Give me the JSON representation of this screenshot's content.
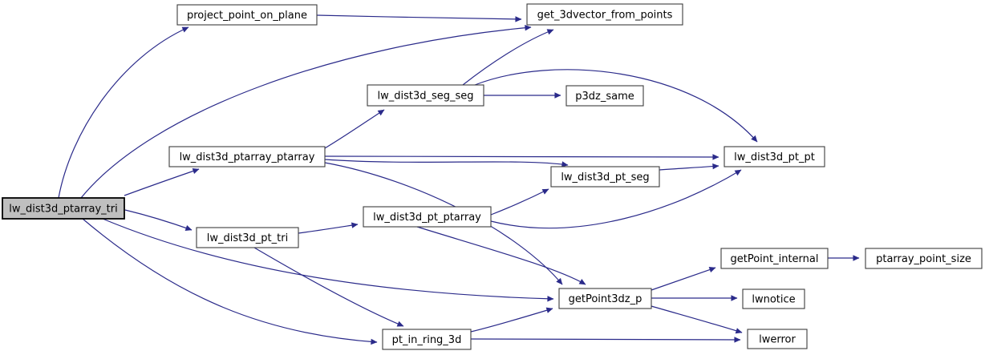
{
  "diagram": {
    "type": "call-graph",
    "root_function": "lw_dist3d_ptarray_tri",
    "colors": {
      "edge": "#2a2a8a",
      "node_fill": "#ffffff",
      "node_border": "#3c3c3c",
      "highlight_fill": "#bfbfbf",
      "highlight_border": "#000000",
      "text": "#000000",
      "background": "#ffffff"
    },
    "nodes": [
      {
        "id": "lw_dist3d_ptarray_tri",
        "label": "lw_dist3d_ptarray_tri",
        "highlighted": true
      },
      {
        "id": "project_point_on_plane",
        "label": "project_point_on_plane",
        "highlighted": false
      },
      {
        "id": "get_3dvector_from_points",
        "label": "get_3dvector_from_points",
        "highlighted": false
      },
      {
        "id": "lw_dist3d_seg_seg",
        "label": "lw_dist3d_seg_seg",
        "highlighted": false
      },
      {
        "id": "p3dz_same",
        "label": "p3dz_same",
        "highlighted": false
      },
      {
        "id": "lw_dist3d_ptarray_ptarray",
        "label": "lw_dist3d_ptarray_ptarray",
        "highlighted": false
      },
      {
        "id": "lw_dist3d_pt_pt",
        "label": "lw_dist3d_pt_pt",
        "highlighted": false
      },
      {
        "id": "lw_dist3d_pt_seg",
        "label": "lw_dist3d_pt_seg",
        "highlighted": false
      },
      {
        "id": "lw_dist3d_pt_ptarray",
        "label": "lw_dist3d_pt_ptarray",
        "highlighted": false
      },
      {
        "id": "lw_dist3d_pt_tri",
        "label": "lw_dist3d_pt_tri",
        "highlighted": false
      },
      {
        "id": "getPoint_internal",
        "label": "getPoint_internal",
        "highlighted": false
      },
      {
        "id": "ptarray_point_size",
        "label": "ptarray_point_size",
        "highlighted": false
      },
      {
        "id": "getPoint3dz_p",
        "label": "getPoint3dz_p",
        "highlighted": false
      },
      {
        "id": "lwnotice",
        "label": "lwnotice",
        "highlighted": false
      },
      {
        "id": "lwerror",
        "label": "lwerror",
        "highlighted": false
      },
      {
        "id": "pt_in_ring_3d",
        "label": "pt_in_ring_3d",
        "highlighted": false
      }
    ],
    "edges": [
      {
        "from": "lw_dist3d_ptarray_tri",
        "to": "project_point_on_plane"
      },
      {
        "from": "lw_dist3d_ptarray_tri",
        "to": "get_3dvector_from_points"
      },
      {
        "from": "lw_dist3d_ptarray_tri",
        "to": "lw_dist3d_ptarray_ptarray"
      },
      {
        "from": "lw_dist3d_ptarray_tri",
        "to": "lw_dist3d_pt_tri"
      },
      {
        "from": "lw_dist3d_ptarray_tri",
        "to": "getPoint3dz_p"
      },
      {
        "from": "lw_dist3d_ptarray_tri",
        "to": "pt_in_ring_3d"
      },
      {
        "from": "project_point_on_plane",
        "to": "get_3dvector_from_points"
      },
      {
        "from": "lw_dist3d_seg_seg",
        "to": "get_3dvector_from_points"
      },
      {
        "from": "lw_dist3d_seg_seg",
        "to": "p3dz_same"
      },
      {
        "from": "lw_dist3d_seg_seg",
        "to": "lw_dist3d_pt_pt"
      },
      {
        "from": "lw_dist3d_ptarray_ptarray",
        "to": "lw_dist3d_seg_seg"
      },
      {
        "from": "lw_dist3d_ptarray_ptarray",
        "to": "lw_dist3d_pt_pt"
      },
      {
        "from": "lw_dist3d_ptarray_ptarray",
        "to": "lw_dist3d_pt_seg"
      },
      {
        "from": "lw_dist3d_ptarray_ptarray",
        "to": "getPoint3dz_p"
      },
      {
        "from": "lw_dist3d_pt_seg",
        "to": "lw_dist3d_pt_pt"
      },
      {
        "from": "lw_dist3d_pt_tri",
        "to": "lw_dist3d_pt_ptarray"
      },
      {
        "from": "lw_dist3d_pt_tri",
        "to": "pt_in_ring_3d"
      },
      {
        "from": "lw_dist3d_pt_ptarray",
        "to": "lw_dist3d_pt_seg"
      },
      {
        "from": "lw_dist3d_pt_ptarray",
        "to": "lw_dist3d_pt_pt"
      },
      {
        "from": "lw_dist3d_pt_ptarray",
        "to": "getPoint3dz_p"
      },
      {
        "from": "pt_in_ring_3d",
        "to": "getPoint3dz_p"
      },
      {
        "from": "pt_in_ring_3d",
        "to": "lwerror"
      },
      {
        "from": "getPoint3dz_p",
        "to": "getPoint_internal"
      },
      {
        "from": "getPoint3dz_p",
        "to": "lwnotice"
      },
      {
        "from": "getPoint3dz_p",
        "to": "lwerror"
      },
      {
        "from": "getPoint_internal",
        "to": "ptarray_point_size"
      }
    ]
  }
}
